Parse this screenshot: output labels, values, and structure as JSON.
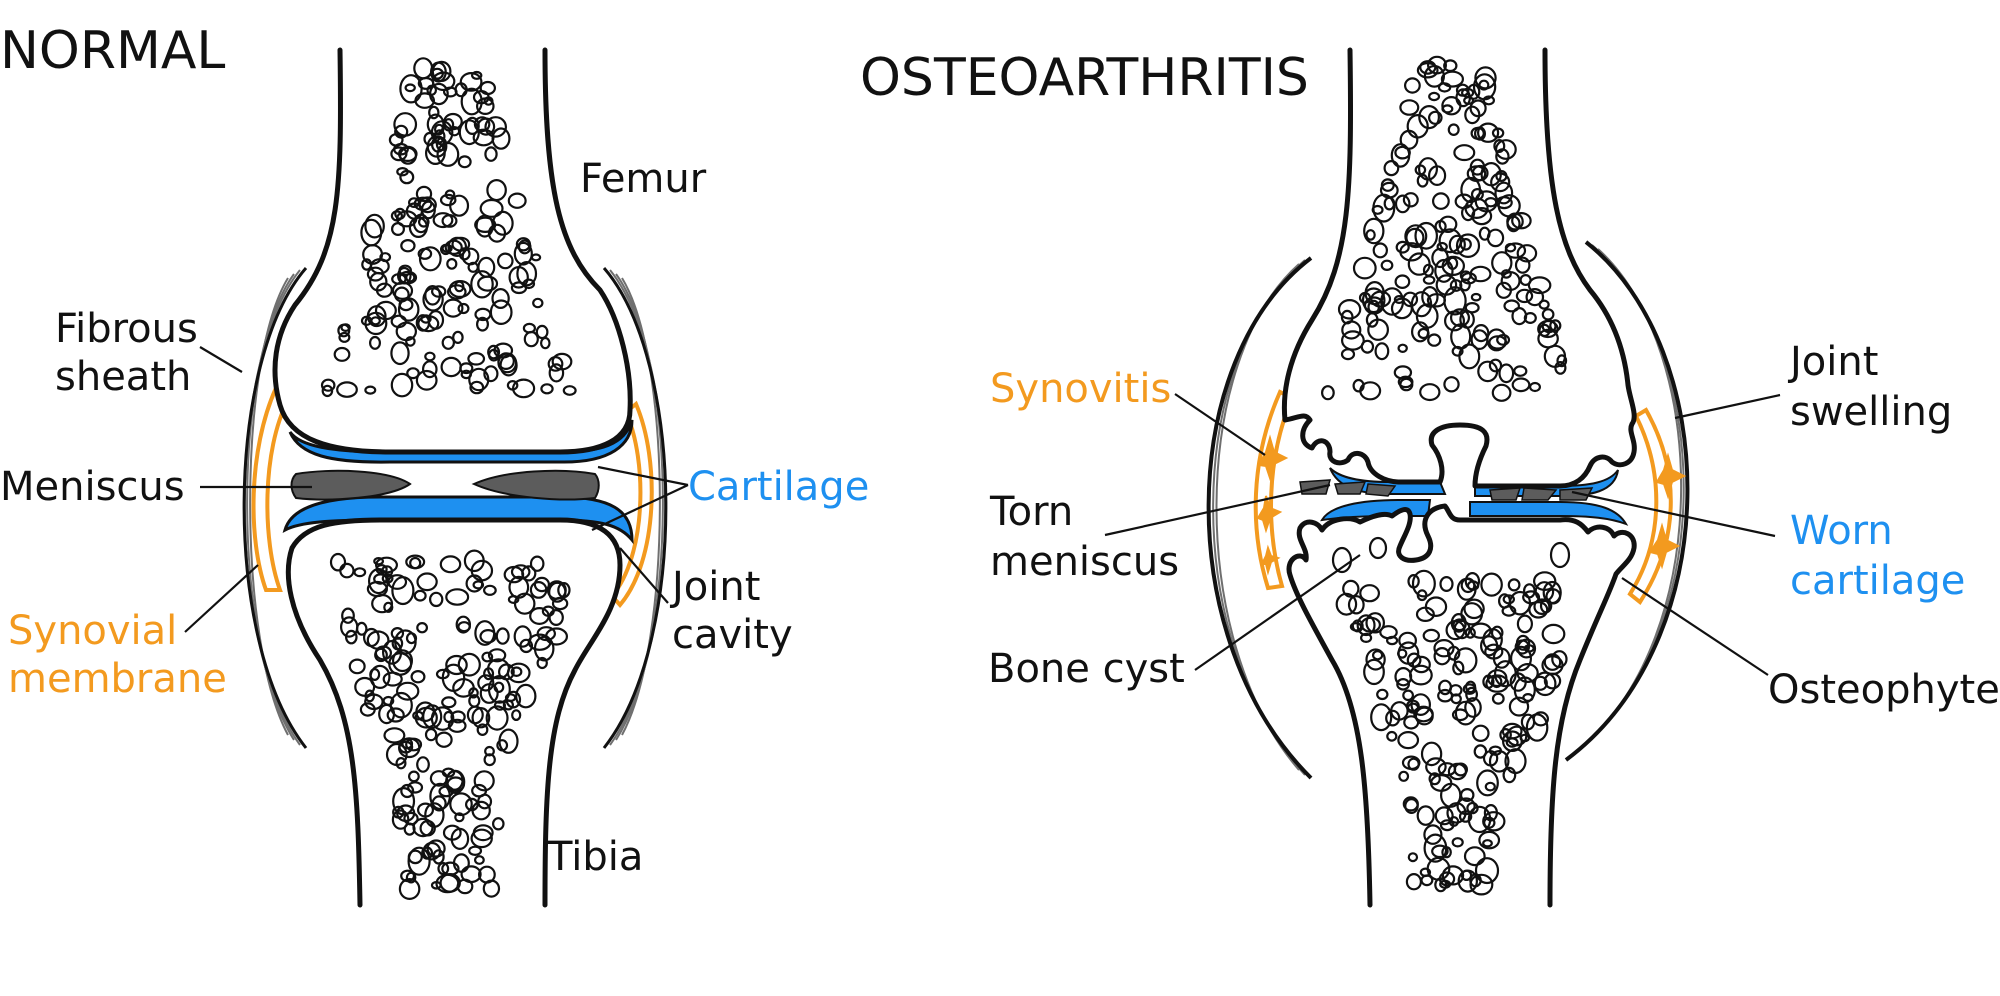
{
  "panels": {
    "normal": {
      "title": "NORMAL",
      "labels": {
        "femur": "Femur",
        "fibrous_sheath": [
          "Fibrous",
          "sheath"
        ],
        "meniscus": "Meniscus",
        "cartilage": "Cartilage",
        "synovial_membrane": [
          "Synovial",
          "membrane"
        ],
        "joint_cavity": [
          "Joint",
          "cavity"
        ],
        "tibia": "Tibia"
      }
    },
    "osteoarthritis": {
      "title": "OSTEOARTHRITIS",
      "labels": {
        "synovitis": "Synovitis",
        "torn_meniscus": [
          "Torn",
          "meniscus"
        ],
        "bone_cyst": "Bone cyst",
        "joint_swelling": [
          "Joint",
          "swelling"
        ],
        "worn_cartilage": [
          "Worn",
          "cartilage"
        ],
        "osteophyte": "Osteophyte"
      }
    }
  },
  "colors": {
    "outline": "#111111",
    "cartilage": "#1e90f0",
    "synovial": "#f39a1f",
    "meniscus": "#5c5c5c",
    "sheath": "#6f6f6f",
    "text": "#111111",
    "background": "#ffffff"
  }
}
